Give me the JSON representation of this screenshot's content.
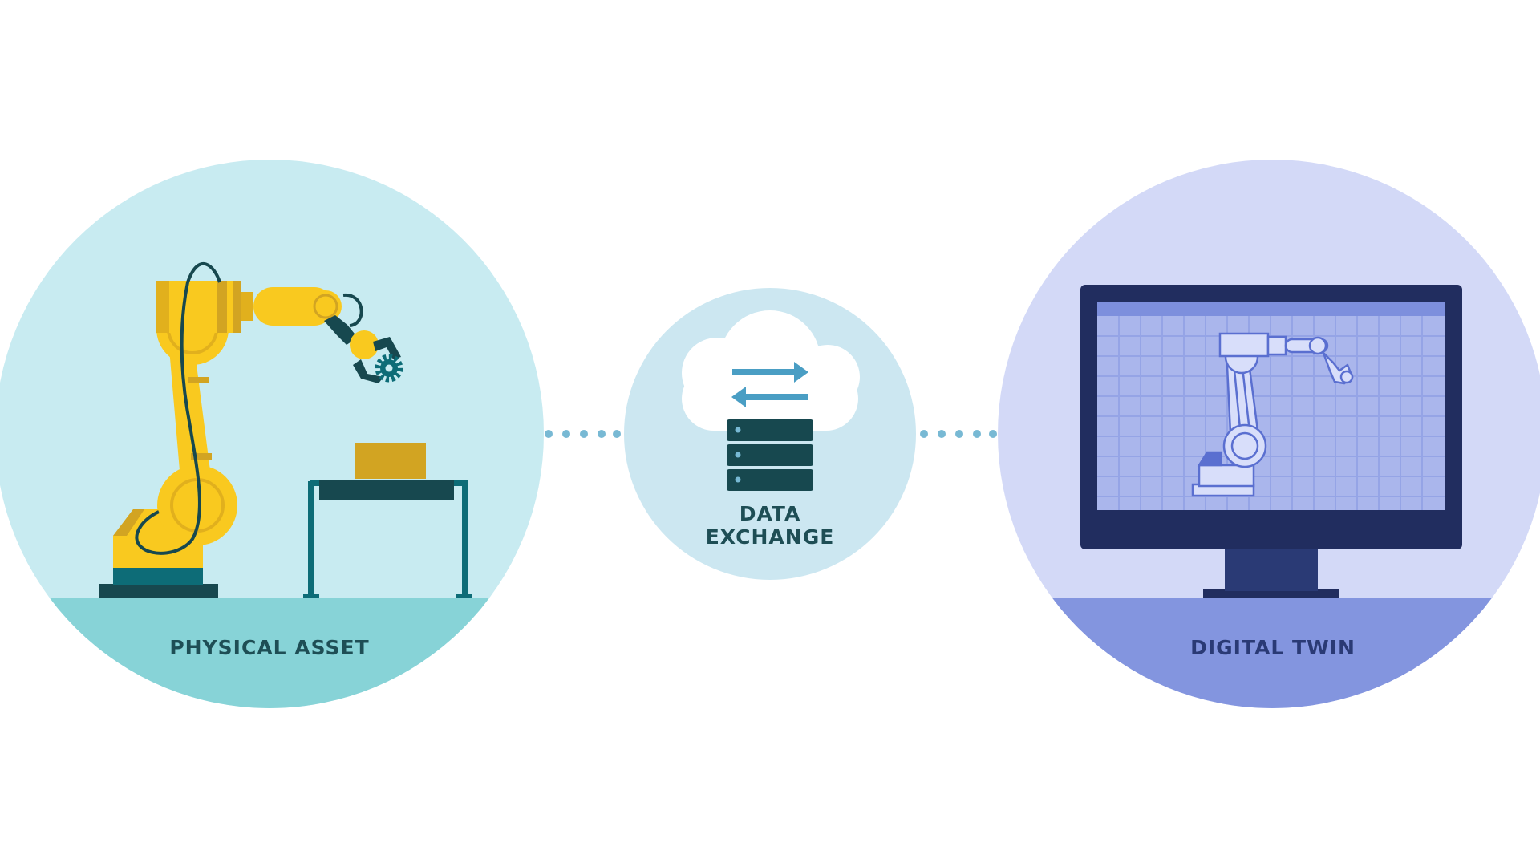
{
  "labels": {
    "physical": "PHYSICAL ASSET",
    "exchange_line1": "DATA",
    "exchange_line2": "EXCHANGE",
    "digital": "DIGITAL TWIN"
  },
  "colors": {
    "physical_circle": "#c8ebf1",
    "physical_floor": "#87d3d7",
    "exchange_circle": "#cce7f1",
    "digital_circle": "#d3d9f7",
    "digital_floor": "#8395df",
    "robot_yellow": "#f9c91f",
    "dark_teal": "#17484f",
    "arrow_blue": "#4a9ec4",
    "monitor_navy": "#212d5f",
    "screen_grid": "#aab6ec"
  },
  "icons": [
    "robot-arm-icon",
    "gear-icon",
    "cloud-icon",
    "server-icon",
    "monitor-icon",
    "blueprint-robot-icon"
  ]
}
